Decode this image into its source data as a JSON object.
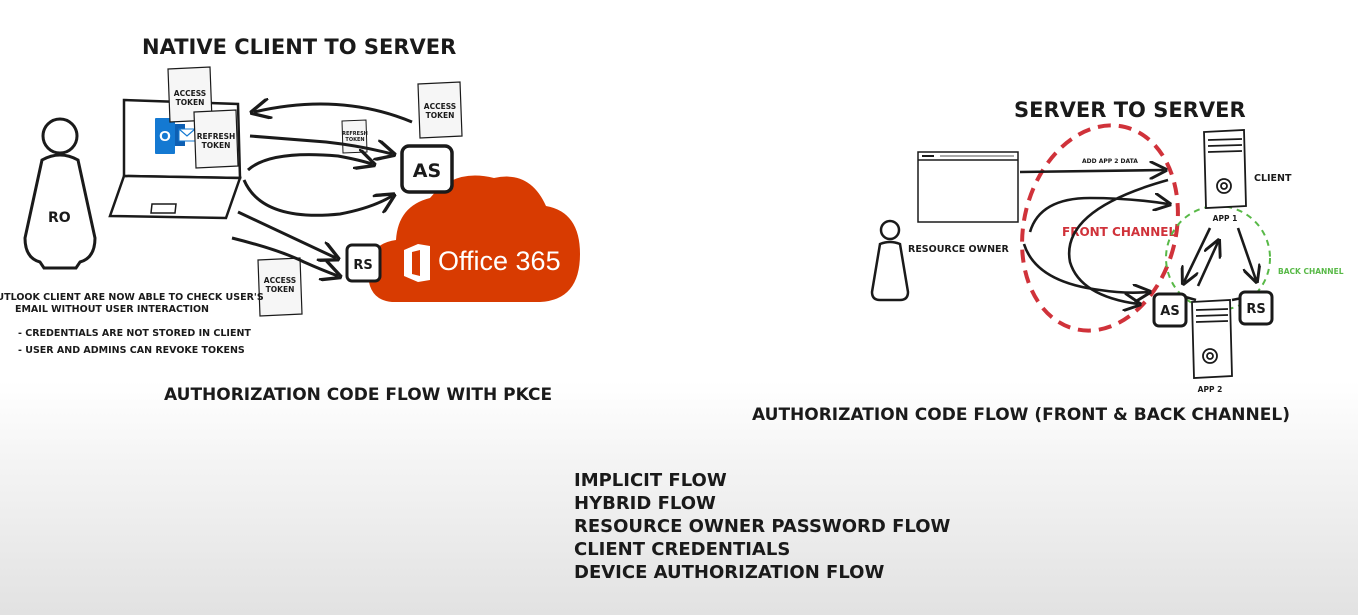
{
  "colors": {
    "office_orange": "#D83B01",
    "front_channel_red": "#D0323A",
    "back_channel_green": "#58B947"
  },
  "left": {
    "title": "NATIVE CLIENT TO SERVER",
    "ro_label": "RO",
    "as_label": "AS",
    "rs_label": "RS",
    "office_brand": "Office 365",
    "outlook_letter": "O",
    "token_access_top": "ACCESS TOKEN",
    "token_refresh": "REFRESH TOKEN",
    "token_access_right": "ACCESS TOKEN",
    "token_refresh_small": "REFRESH TOKEN",
    "token_access_bottom": "ACCESS TOKEN",
    "note_line1": "OUTLOOK CLIENT ARE NOW ABLE TO CHECK USER'S",
    "note_line2": "EMAIL WITHOUT USER INTERACTION",
    "bullet1": "- CREDENTIALS ARE NOT STORED IN CLIENT",
    "bullet2": "- USER AND ADMINS CAN REVOKE TOKENS",
    "caption": "AUTHORIZATION CODE FLOW WITH PKCE"
  },
  "right": {
    "title": "SERVER TO SERVER",
    "resource_owner": "RESOURCE OWNER",
    "add_app_data": "ADD APP 2 DATA",
    "front_channel": "FRONT CHANNEL",
    "back_channel": "BACK CHANNEL",
    "client": "CLIENT",
    "app1": "APP 1",
    "app2": "APP 2",
    "as_label": "AS",
    "rs_label": "RS",
    "caption": "AUTHORIZATION CODE FLOW (FRONT & BACK CHANNEL)"
  },
  "other_flows": [
    "IMPLICIT FLOW",
    "HYBRID FLOW",
    "RESOURCE OWNER PASSWORD FLOW",
    "CLIENT CREDENTIALS",
    "DEVICE AUTHORIZATION FLOW"
  ]
}
